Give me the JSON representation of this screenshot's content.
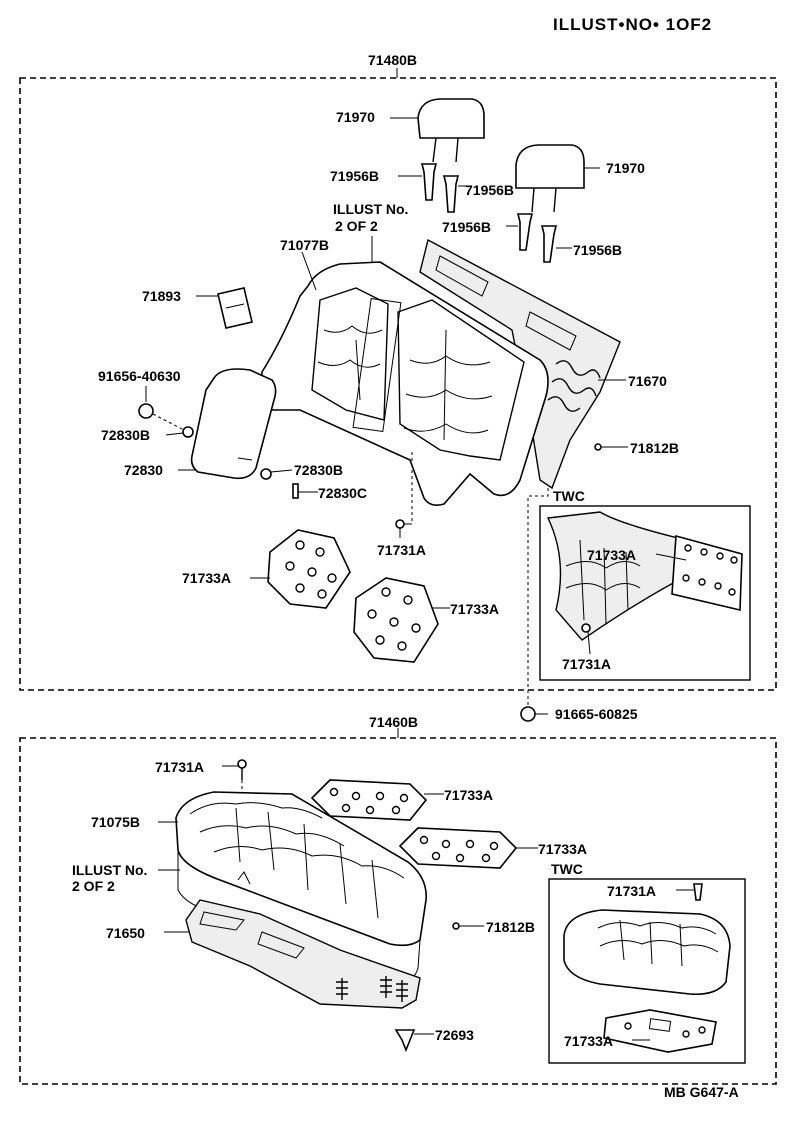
{
  "header": {
    "illust_no": "ILLUST•NO• 1OF2"
  },
  "footer": {
    "code": "MB G647-A"
  },
  "upper_group": {
    "assembly": "71480B",
    "labels": [
      "71970",
      "71970",
      "71956B",
      "71956B",
      "71956B",
      "71956B",
      "ILLUST No.",
      "2 OF 2",
      "71077B",
      "71893",
      "91656-40630",
      "72830B",
      "72830",
      "72830B",
      "72830C",
      "71670",
      "71812B",
      "71731A",
      "71733A",
      "71733A",
      "TWC",
      "71733A",
      "71731A",
      "91665-60825"
    ]
  },
  "lower_group": {
    "assembly": "71460B",
    "labels": [
      "71731A",
      "71733A",
      "71075B",
      "71733A",
      "ILLUST No.",
      "2 OF 2",
      "TWC",
      "71731A",
      "71650",
      "71812B",
      "72693",
      "71733A"
    ]
  }
}
